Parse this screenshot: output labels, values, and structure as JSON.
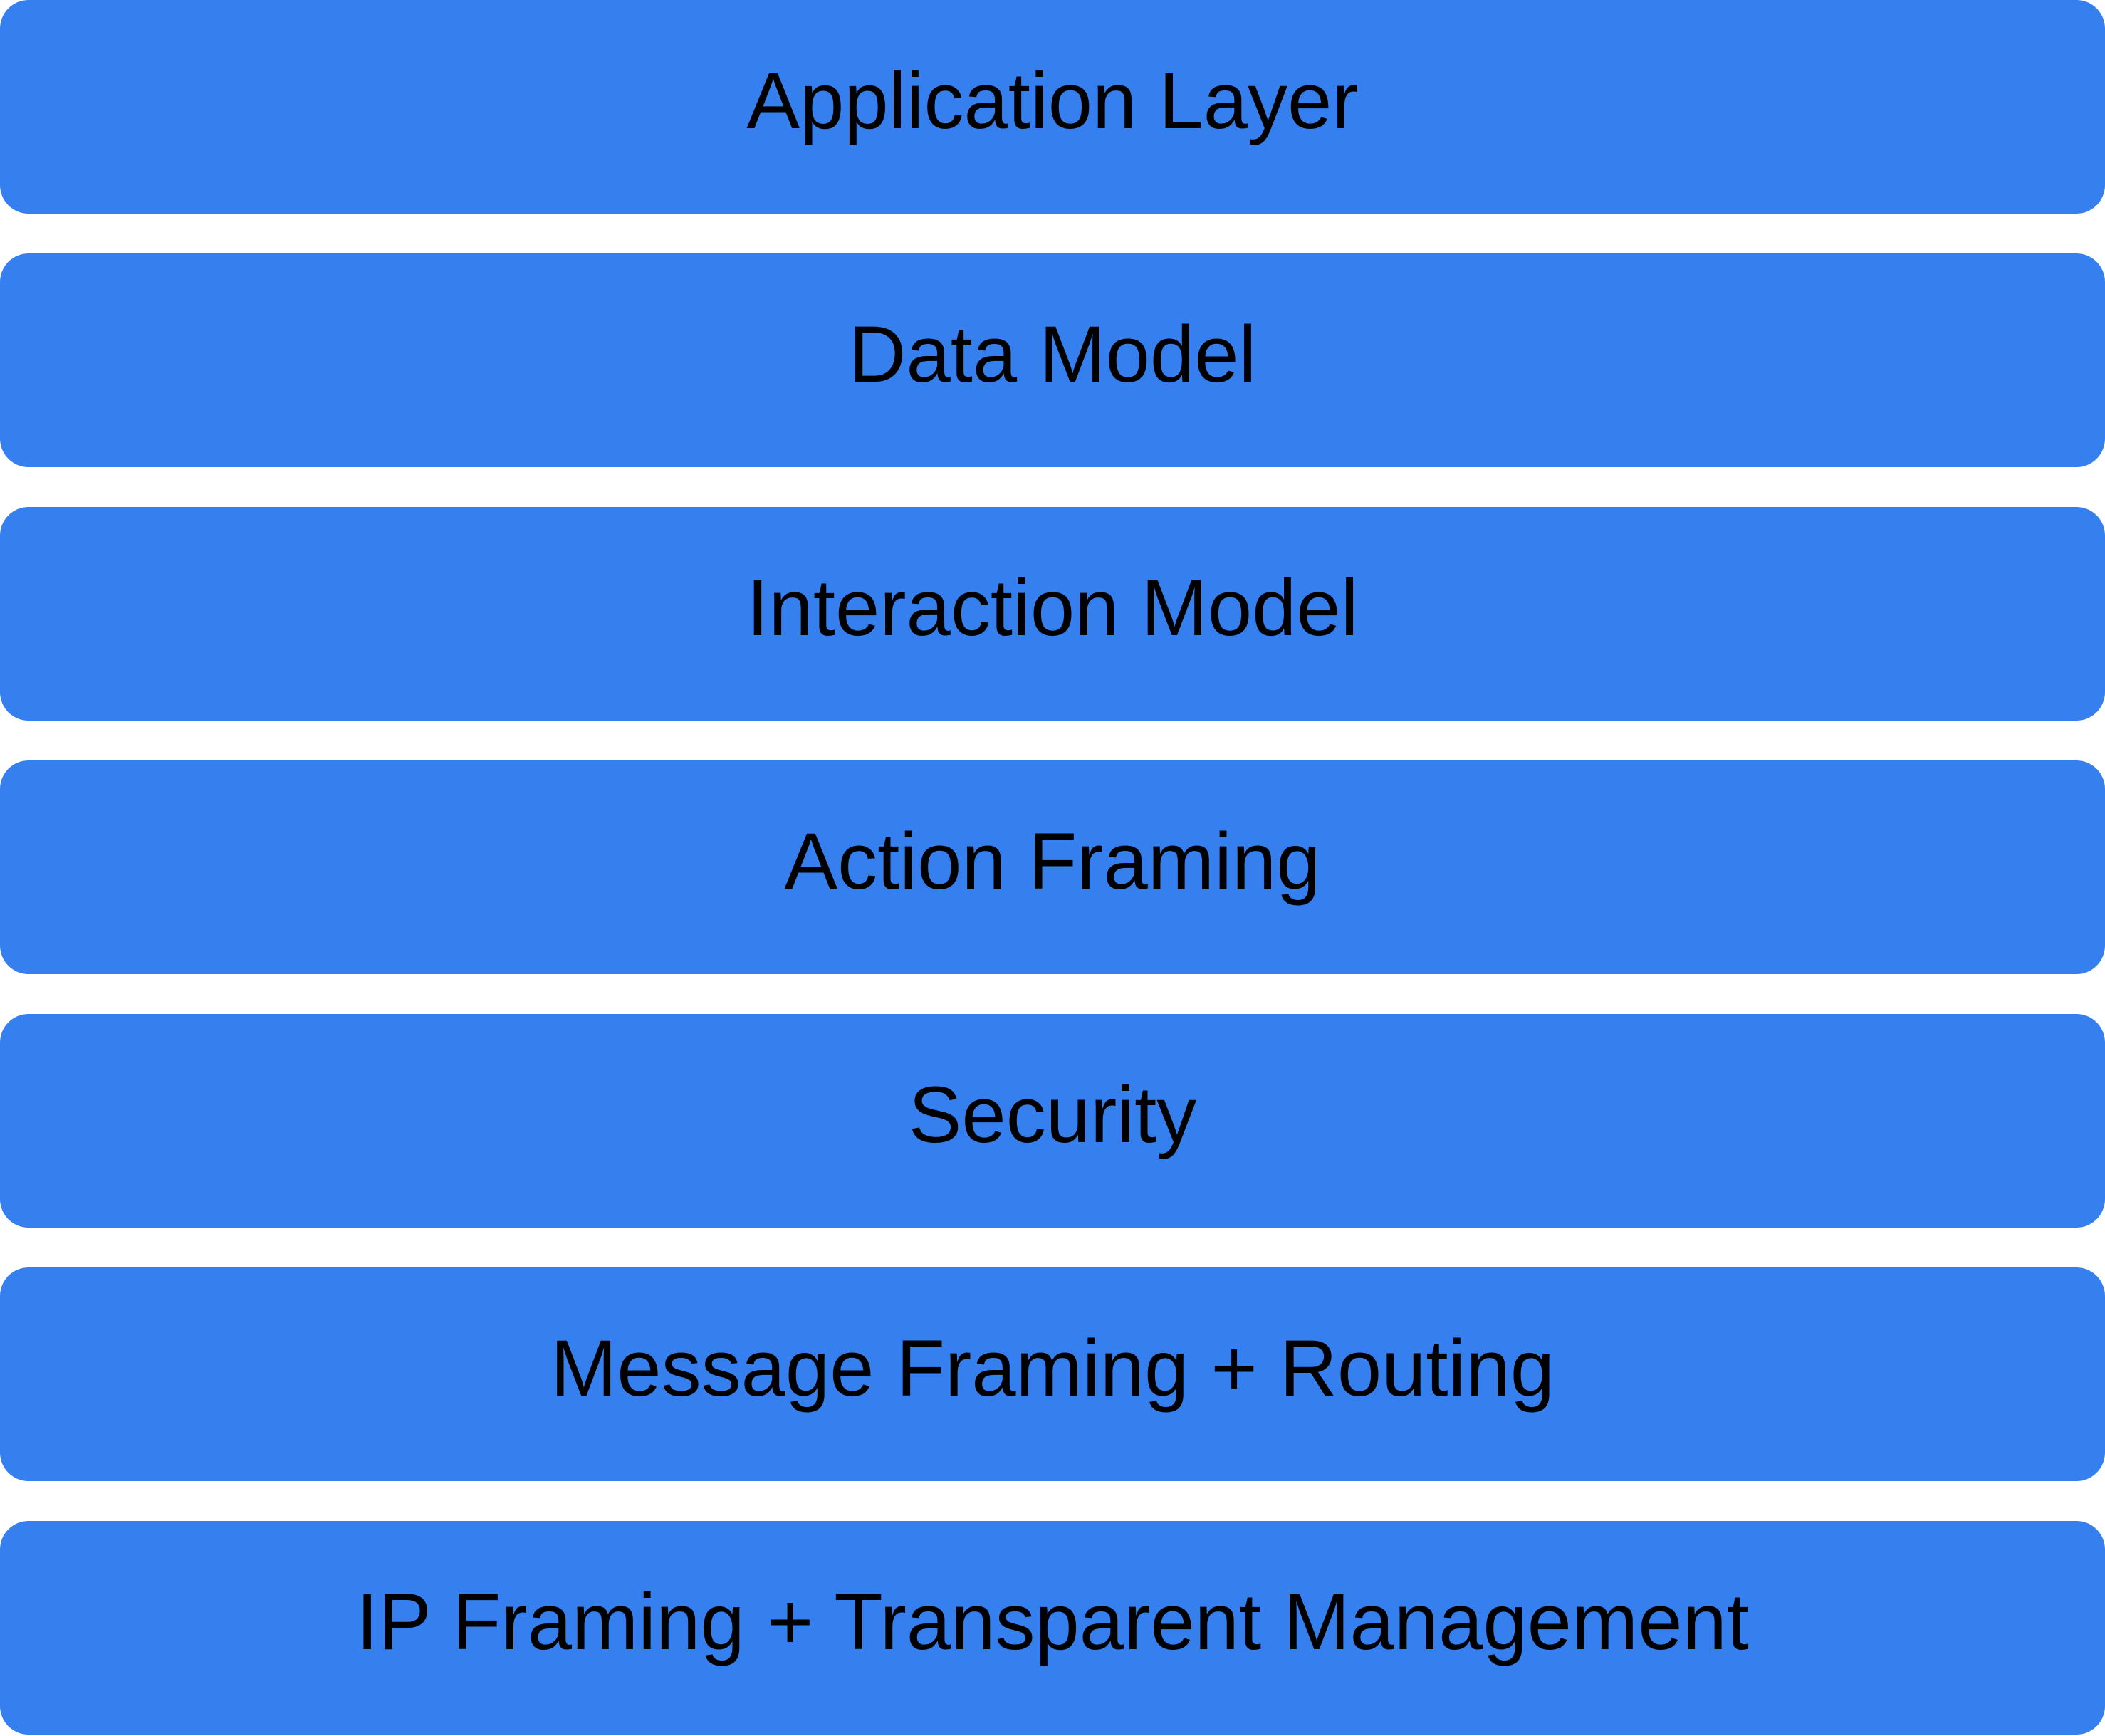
{
  "diagram": {
    "type": "layered-stack",
    "layers": [
      {
        "label": "Application Layer"
      },
      {
        "label": "Data Model"
      },
      {
        "label": "Interaction Model"
      },
      {
        "label": "Action Framing"
      },
      {
        "label": "Security"
      },
      {
        "label": "Message Framing + Routing"
      },
      {
        "label": "IP Framing + Transparent Management"
      }
    ],
    "colors": {
      "block": "#3580ee",
      "text": "#000000",
      "background": "#ffffff"
    }
  }
}
